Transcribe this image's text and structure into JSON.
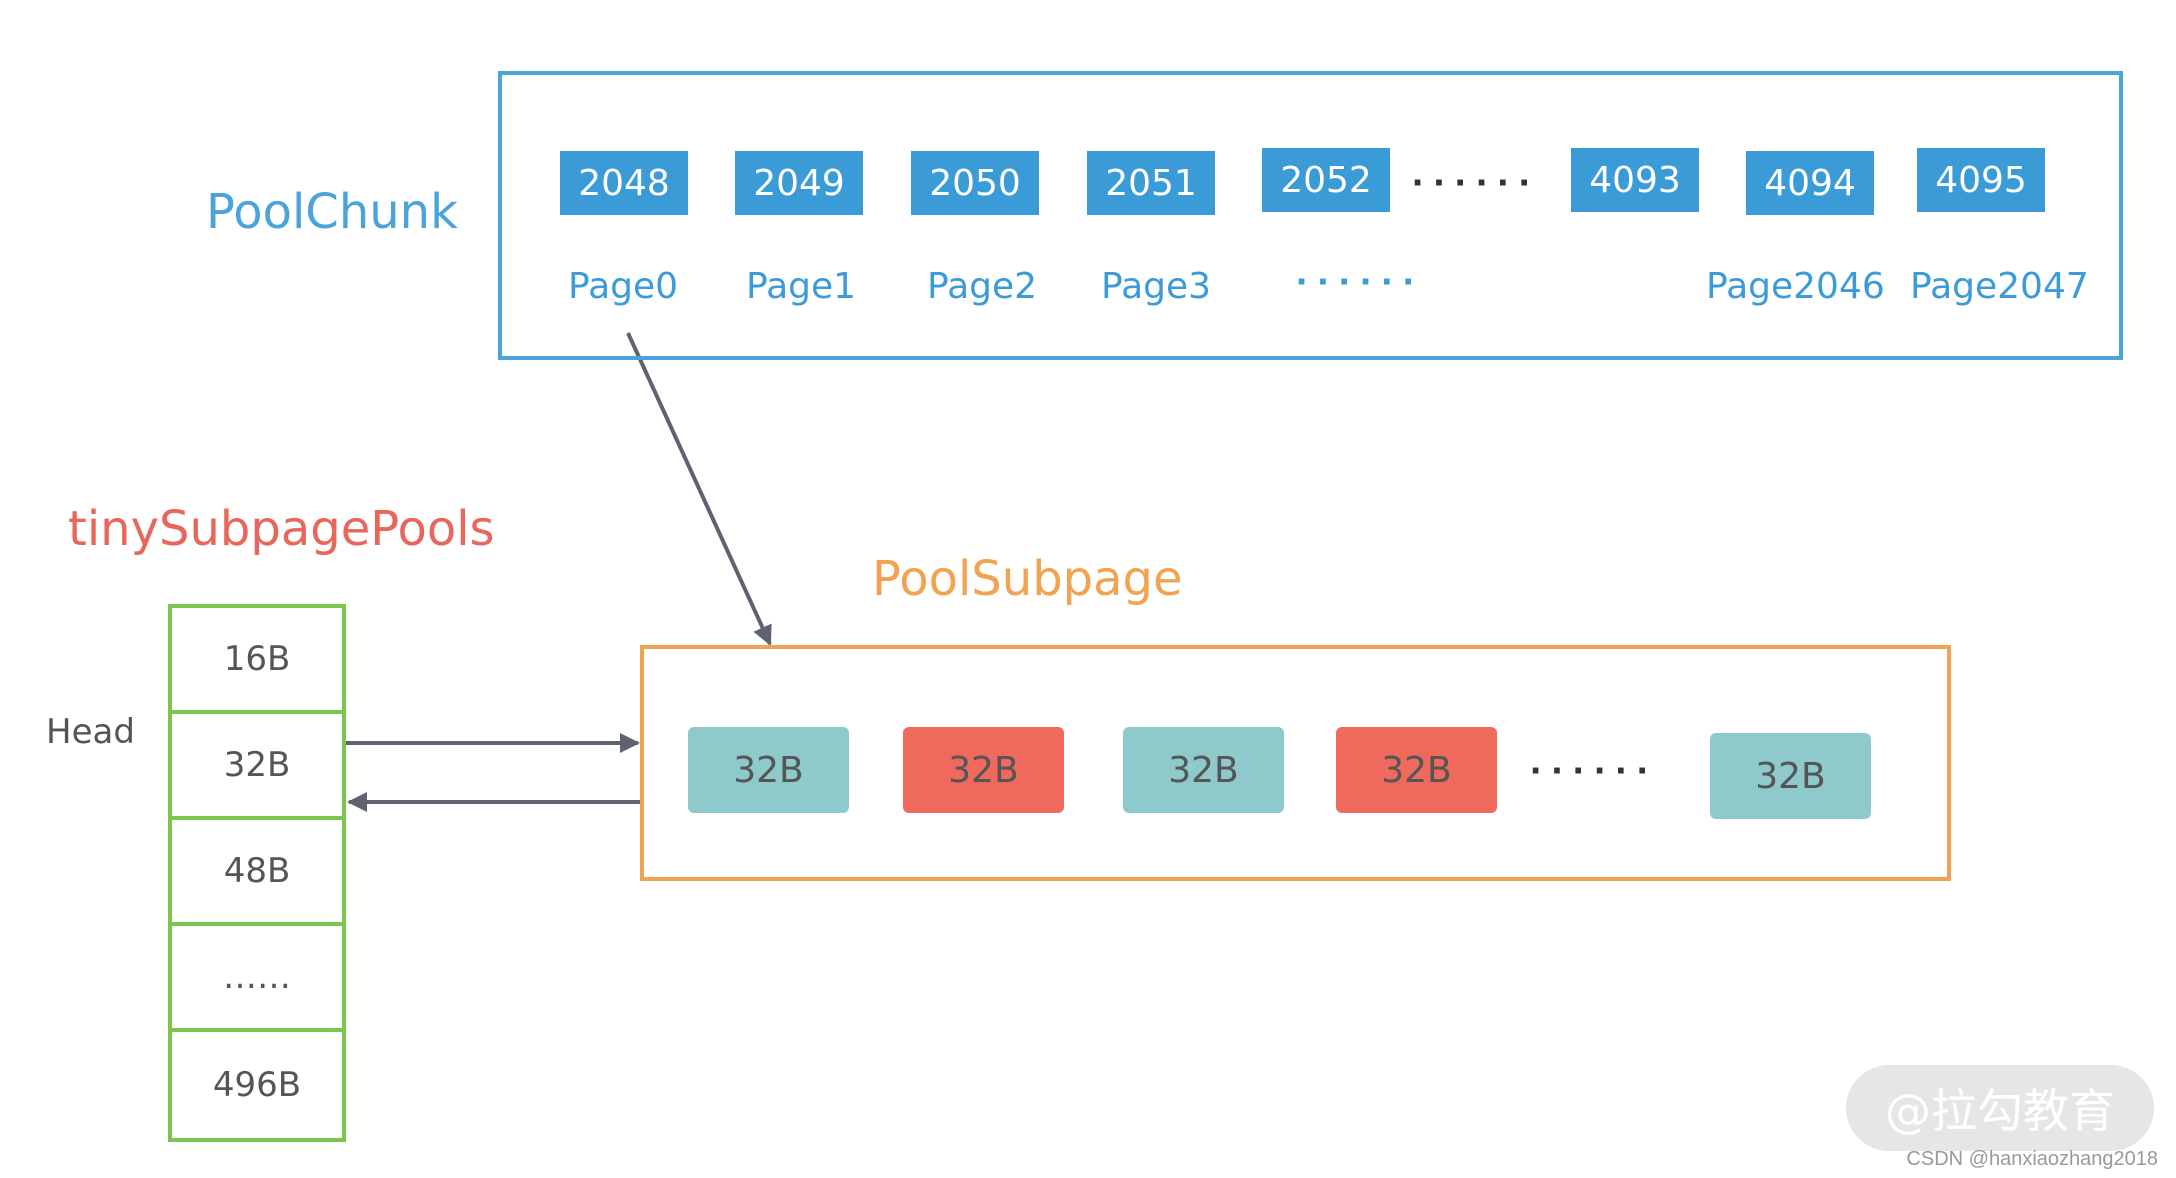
{
  "pool_chunk": {
    "title": "PoolChunk",
    "pages": [
      {
        "node": "2048",
        "label": "Page0"
      },
      {
        "node": "2049",
        "label": "Page1"
      },
      {
        "node": "2050",
        "label": "Page2"
      },
      {
        "node": "2051",
        "label": "Page3"
      },
      {
        "node": "2052",
        "label": "······"
      },
      {
        "node": "4093",
        "label": ""
      },
      {
        "node": "4094",
        "label": "Page2046"
      },
      {
        "node": "4095",
        "label": "Page2047"
      }
    ],
    "node_ellipsis": "······",
    "box_color": "#4aa3d9"
  },
  "tiny_subpage_pools": {
    "title": "tinySubpagePools",
    "head_label": "Head",
    "cells": [
      "16B",
      "32B",
      "48B",
      "……",
      "496B"
    ],
    "color": "#7bc44e"
  },
  "pool_subpage": {
    "title": "PoolSubpage",
    "elements": [
      {
        "label": "32B",
        "state": "free"
      },
      {
        "label": "32B",
        "state": "used"
      },
      {
        "label": "32B",
        "state": "free"
      },
      {
        "label": "32B",
        "state": "used"
      },
      {
        "label": "32B",
        "state": "free"
      }
    ],
    "ellipsis": "······",
    "color": "#f0a350",
    "free_color": "#8ecacb",
    "used_color": "#ef6a5c"
  },
  "watermark": {
    "text": "@拉勾教育",
    "credit": "CSDN @hanxiaozhang2018"
  }
}
